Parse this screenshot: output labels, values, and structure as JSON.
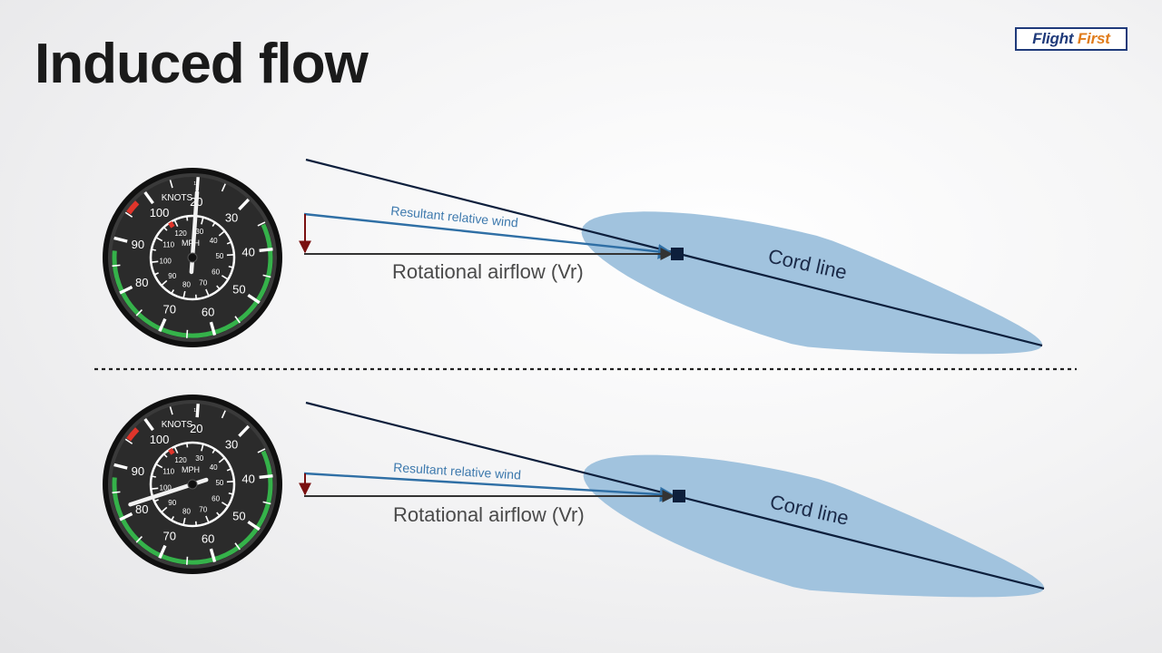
{
  "title": "Induced flow",
  "logo": {
    "word1": "Flight",
    "word2": "First"
  },
  "colors": {
    "chord": "#0d1f3c",
    "resultant": "#2f6fa5",
    "rotational": "#333333",
    "induced": "#7a1010",
    "airfoil": "#9cc0dc",
    "arc_green": "#35b24a",
    "arc_red": "#e0352b",
    "dial_face": "#2b2b2b"
  },
  "gauge": {
    "outer_unit": "KNOTS",
    "inner_unit": "MPH",
    "outer_numbers": [
      "20",
      "30",
      "40",
      "50",
      "60",
      "70",
      "80",
      "90",
      "100"
    ],
    "inner_numbers": [
      "30",
      "40",
      "50",
      "60",
      "70",
      "80",
      "90",
      "100",
      "110",
      "120"
    ],
    "top_mark": "15"
  },
  "panels": [
    {
      "gauge_reading_knots": 20,
      "resultant_label": "Resultant relative wind",
      "rotational_label": "Rotational airflow (Vr)",
      "chord_label": "Cord line"
    },
    {
      "gauge_reading_knots": 82,
      "resultant_label": "Resultant relative wind",
      "rotational_label": "Rotational airflow (Vr)",
      "chord_label": "Cord line"
    }
  ]
}
